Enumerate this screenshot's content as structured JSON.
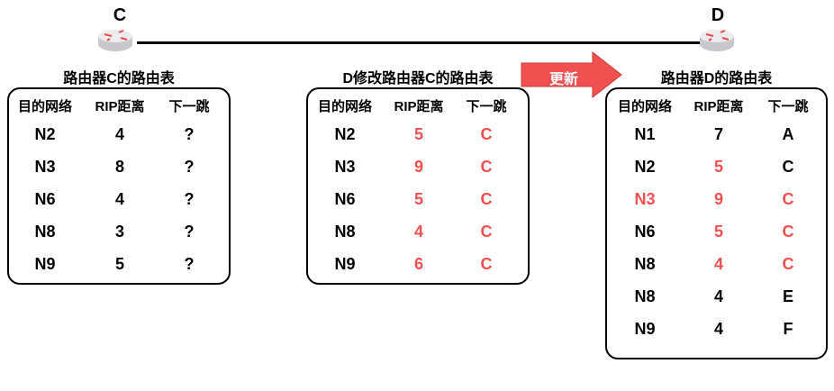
{
  "nodes": {
    "c_label": "C",
    "d_label": "D"
  },
  "colors": {
    "highlight": "#f05050",
    "router_arrow": "#e84a4a"
  },
  "update_arrow": {
    "label": "更新"
  },
  "tables": [
    {
      "title": "路由器C的路由表",
      "headers": [
        "目的网络",
        "RIP距离",
        "下一跳"
      ],
      "rows": [
        {
          "net": "N2",
          "dist": "4",
          "hop": "?",
          "red": [
            false,
            false,
            false
          ]
        },
        {
          "net": "N3",
          "dist": "8",
          "hop": "?",
          "red": [
            false,
            false,
            false
          ]
        },
        {
          "net": "N6",
          "dist": "4",
          "hop": "?",
          "red": [
            false,
            false,
            false
          ]
        },
        {
          "net": "N8",
          "dist": "3",
          "hop": "?",
          "red": [
            false,
            false,
            false
          ]
        },
        {
          "net": "N9",
          "dist": "5",
          "hop": "?",
          "red": [
            false,
            false,
            false
          ]
        }
      ]
    },
    {
      "title": "D修改路由器C的路由表",
      "headers": [
        "目的网络",
        "RIP距离",
        "下一跳"
      ],
      "rows": [
        {
          "net": "N2",
          "dist": "5",
          "hop": "C",
          "red": [
            false,
            true,
            true
          ]
        },
        {
          "net": "N3",
          "dist": "9",
          "hop": "C",
          "red": [
            false,
            true,
            true
          ]
        },
        {
          "net": "N6",
          "dist": "5",
          "hop": "C",
          "red": [
            false,
            true,
            true
          ]
        },
        {
          "net": "N8",
          "dist": "4",
          "hop": "C",
          "red": [
            false,
            true,
            true
          ]
        },
        {
          "net": "N9",
          "dist": "6",
          "hop": "C",
          "red": [
            false,
            true,
            true
          ]
        }
      ]
    },
    {
      "title": "路由器D的路由表",
      "headers": [
        "目的网络",
        "RIP距离",
        "下一跳"
      ],
      "rows": [
        {
          "net": "N1",
          "dist": "7",
          "hop": "A",
          "red": [
            false,
            false,
            false
          ]
        },
        {
          "net": "N2",
          "dist": "5",
          "hop": "C",
          "red": [
            false,
            true,
            false
          ]
        },
        {
          "net": "N3",
          "dist": "9",
          "hop": "C",
          "red": [
            true,
            true,
            true
          ]
        },
        {
          "net": "N6",
          "dist": "5",
          "hop": "C",
          "red": [
            false,
            true,
            true
          ]
        },
        {
          "net": "N8",
          "dist": "4",
          "hop": "C",
          "red": [
            false,
            true,
            true
          ]
        },
        {
          "net": "N8",
          "dist": "4",
          "hop": "E",
          "red": [
            false,
            false,
            false
          ]
        },
        {
          "net": "N9",
          "dist": "4",
          "hop": "F",
          "red": [
            false,
            false,
            false
          ]
        }
      ]
    }
  ]
}
